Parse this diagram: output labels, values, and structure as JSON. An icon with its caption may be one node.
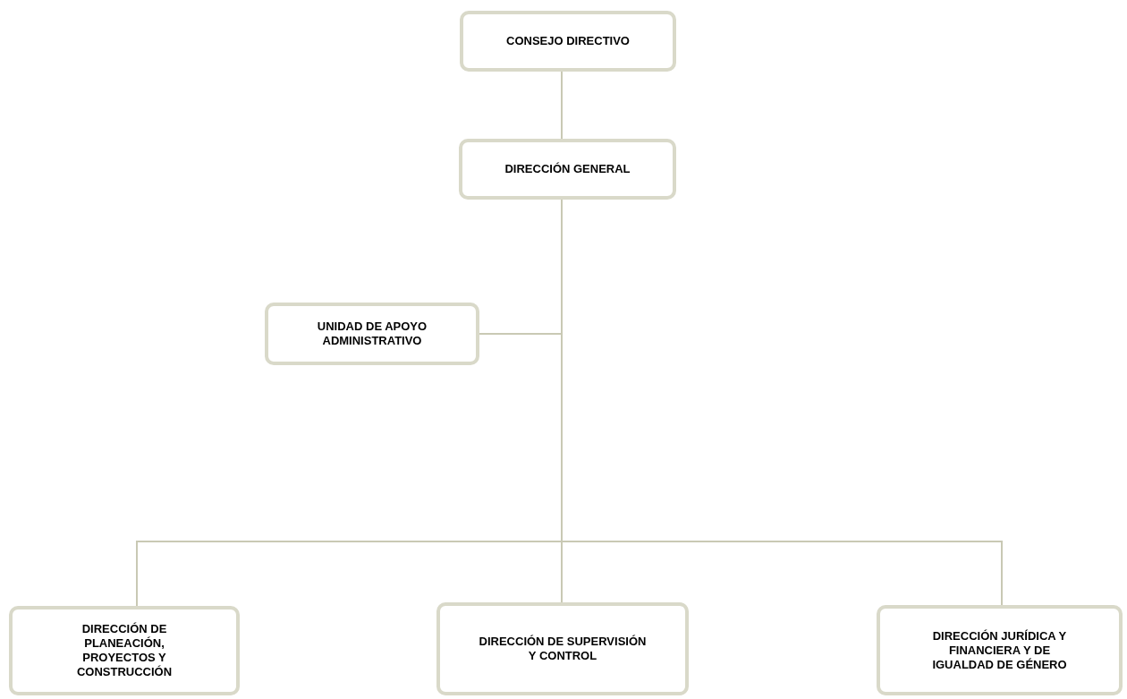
{
  "diagram": {
    "nodes": [
      {
        "text": [
          "CONSEJO DIRECTIVO"
        ]
      },
      {
        "text": [
          "DIRECCIÓN GENERAL"
        ]
      },
      {
        "text": [
          "UNIDAD DE APOYO ADMINISTRATIVO"
        ]
      },
      {
        "text": [
          "DIRECCIÓN DE PLANEACIÓN, PROYECTOS Y CONSTRUCCIÓN"
        ]
      },
      {
        "text": [
          "DIRECCIÓN DE SUPERVISIÓN Y CONTROL"
        ]
      },
      {
        "text": [
          "DIRECCIÓN JURÍDICA Y FINANCIERA Y DE IGUALDAD DE GÉNERO"
        ]
      }
    ],
    "edges": [
      {
        "from": 0,
        "to": 1,
        "arrow": "none"
      },
      {
        "from": 1,
        "to": 2,
        "arrow": "none"
      },
      {
        "from": 1,
        "to": 3,
        "arrow": "none"
      },
      {
        "from": 1,
        "to": 4,
        "arrow": "none"
      },
      {
        "from": 1,
        "to": 5,
        "arrow": "none"
      }
    ]
  }
}
